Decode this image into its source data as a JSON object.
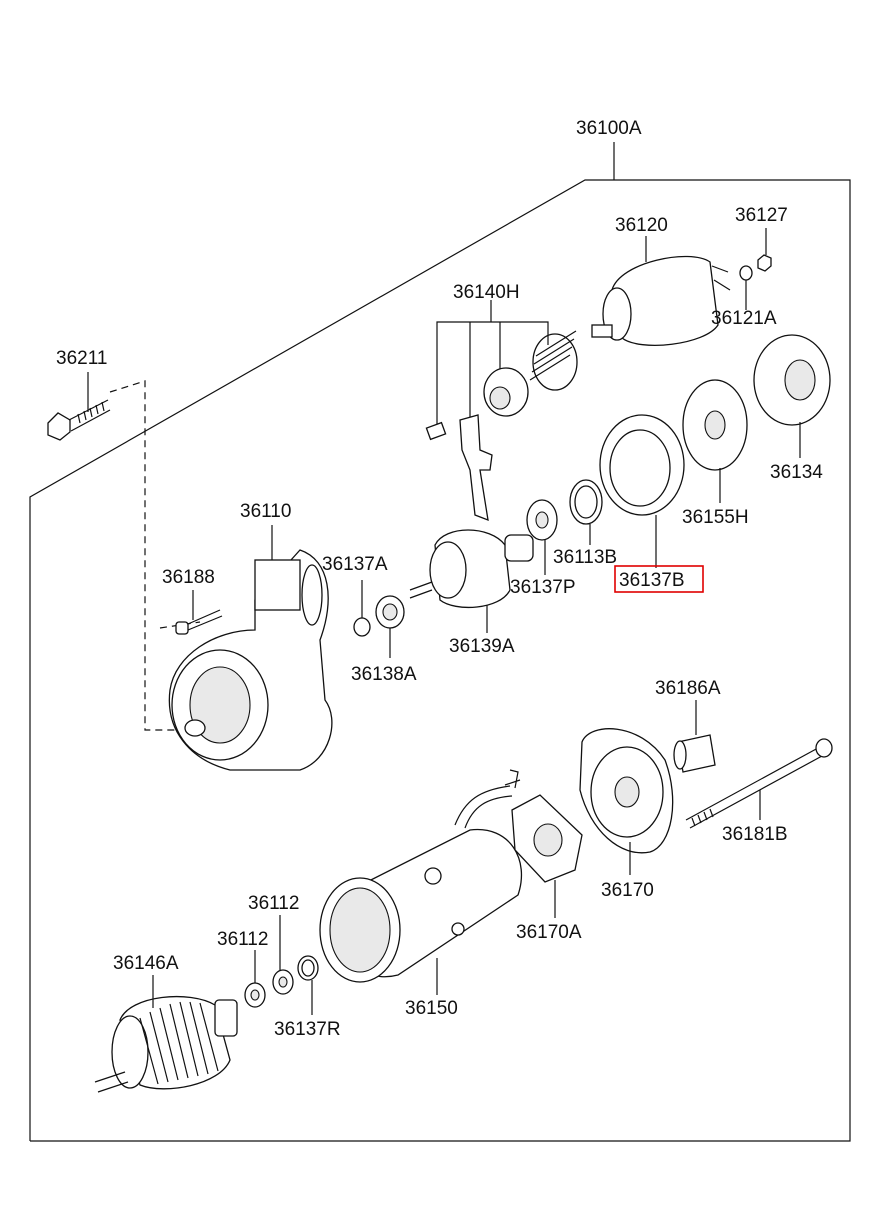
{
  "title": "",
  "highlight_color": "#e00000",
  "labels": {
    "p36100A": "36100A",
    "p36120": "36120",
    "p36127": "36127",
    "p36140H": "36140H",
    "p36121A": "36121A",
    "p36211": "36211",
    "p36134": "36134",
    "p36110": "36110",
    "p36155H": "36155H",
    "p36137A": "36137A",
    "p36113B": "36113B",
    "p36188": "36188",
    "p36137P": "36137P",
    "p36137B": "36137B",
    "p36139A": "36139A",
    "p36138A": "36138A",
    "p36186A": "36186A",
    "p36181B": "36181B",
    "p36170": "36170",
    "p36112a": "36112",
    "p36170A": "36170A",
    "p36112b": "36112",
    "p36146A": "36146A",
    "p36150": "36150",
    "p36137R": "36137R"
  }
}
